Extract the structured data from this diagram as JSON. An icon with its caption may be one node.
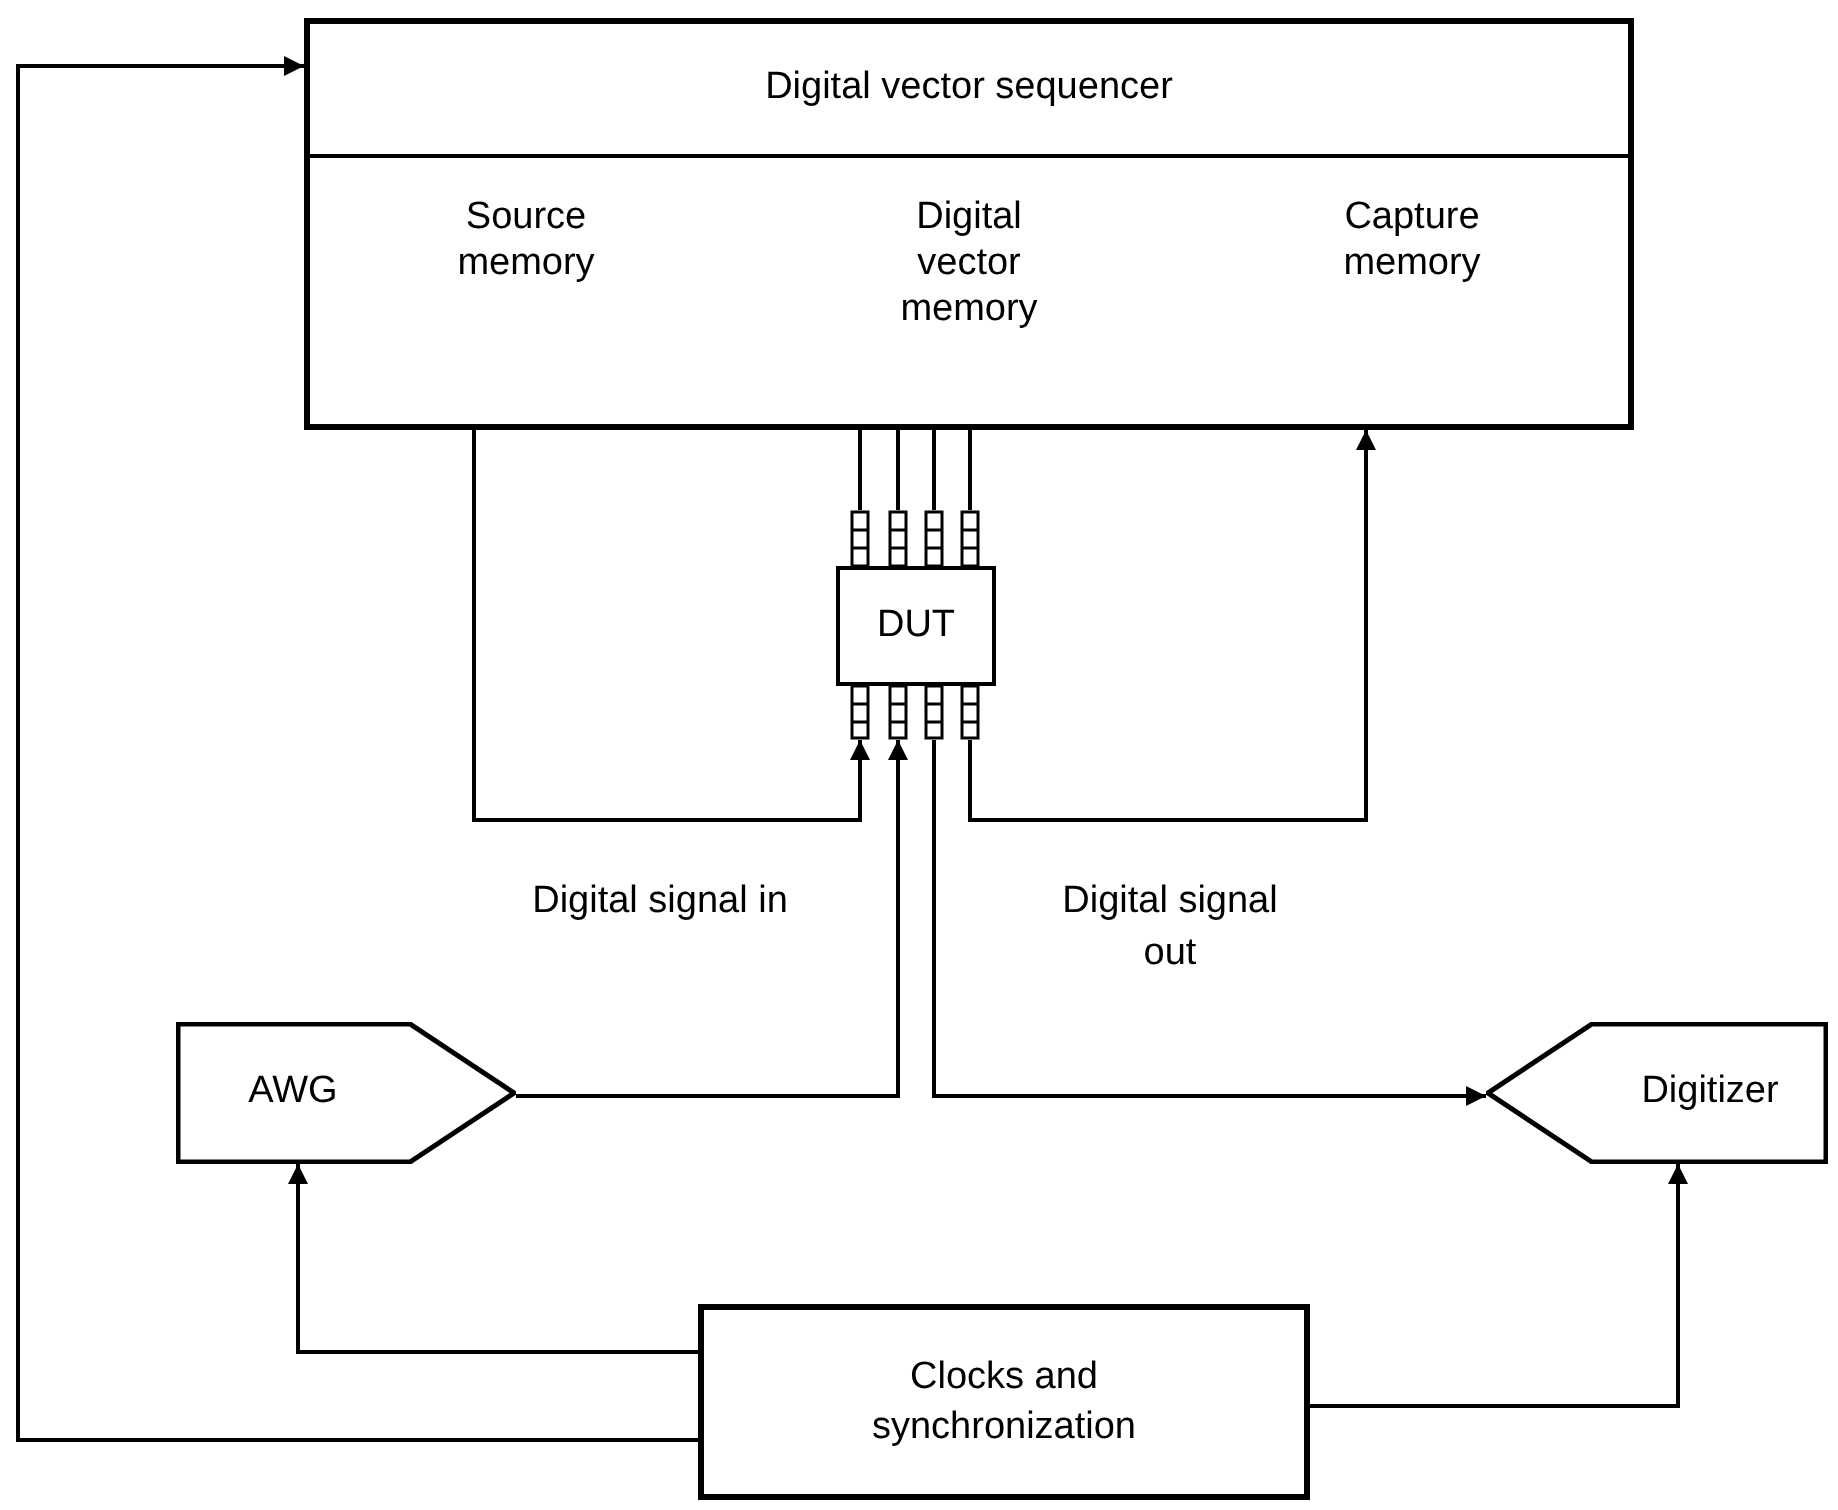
{
  "diagram": {
    "nodes": [
      {
        "text": [
          "Digital vector sequencer"
        ]
      },
      {
        "text": [
          "Source memory"
        ],
        "in": 0
      },
      {
        "text": [
          "Digital vector memory"
        ],
        "in": 0
      },
      {
        "text": [
          "Capture memory"
        ],
        "in": 0
      },
      {
        "text": [
          "DUT"
        ]
      },
      {
        "text": [
          "AWG"
        ]
      },
      {
        "text": [
          "Digitizer"
        ]
      },
      {
        "text": [
          "Clocks and synchronization"
        ]
      }
    ],
    "edges": [
      {
        "from": 1,
        "to": 4,
        "arrow": "to"
      },
      {
        "from": 0,
        "to": 4,
        "arrow": "none"
      },
      {
        "from": 0,
        "to": 4,
        "arrow": "none"
      },
      {
        "from": 0,
        "to": 4,
        "arrow": "none"
      },
      {
        "from": 0,
        "to": 4,
        "arrow": "none"
      },
      {
        "from": 5,
        "to": 4,
        "arrow": "to"
      },
      {
        "from": 4,
        "to": 6,
        "arrow": "to"
      },
      {
        "from": 4,
        "to": 3,
        "arrow": "to"
      },
      {
        "from": 7,
        "to": 5,
        "arrow": "to"
      },
      {
        "from": 7,
        "to": 6,
        "arrow": "to"
      },
      {
        "from": 7,
        "to": 0,
        "arrow": "to"
      }
    ],
    "labels": [
      "Digital signal in",
      "Digital signal out"
    ]
  }
}
